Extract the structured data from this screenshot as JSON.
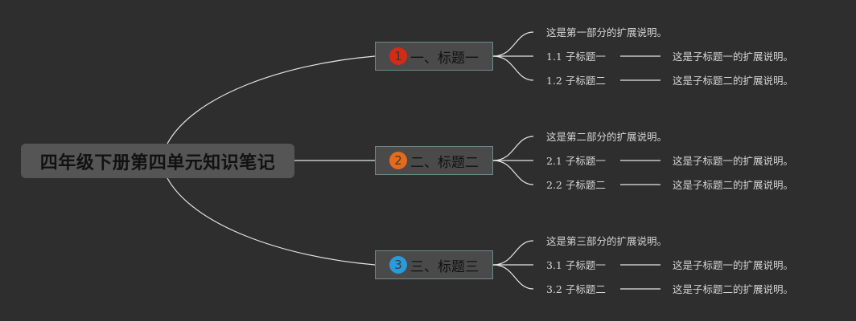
{
  "root": {
    "title": "四年级下册第四单元知识笔记"
  },
  "sections": [
    {
      "marker": "1",
      "marker_color": "#d42a16",
      "title": "一、标题一",
      "summary": "这是第一部分的扩展说明。",
      "subs": [
        {
          "title": "1.1 子标题一",
          "note": "这是子标题一的扩展说明。"
        },
        {
          "title": "1.2 子标题二",
          "note": "这是子标题二的扩展说明。"
        }
      ]
    },
    {
      "marker": "2",
      "marker_color": "#e56b1a",
      "title": "二、标题二",
      "summary": "这是第二部分的扩展说明。",
      "subs": [
        {
          "title": "2.1 子标题一",
          "note": "这是子标题一的扩展说明。"
        },
        {
          "title": "2.2 子标题二",
          "note": "这是子标题二的扩展说明。"
        }
      ]
    },
    {
      "marker": "3",
      "marker_color": "#2a9ad8",
      "title": "三、标题三",
      "summary": "这是第三部分的扩展说明。",
      "subs": [
        {
          "title": "3.1 子标题一",
          "note": "这是子标题一的扩展说明。"
        },
        {
          "title": "3.2 子标题二",
          "note": "这是子标题二的扩展说明。"
        }
      ]
    }
  ],
  "colors": {
    "background": "#2e2e2e",
    "connector": "#e6e6e6",
    "branch_border": "#6b8c85"
  }
}
